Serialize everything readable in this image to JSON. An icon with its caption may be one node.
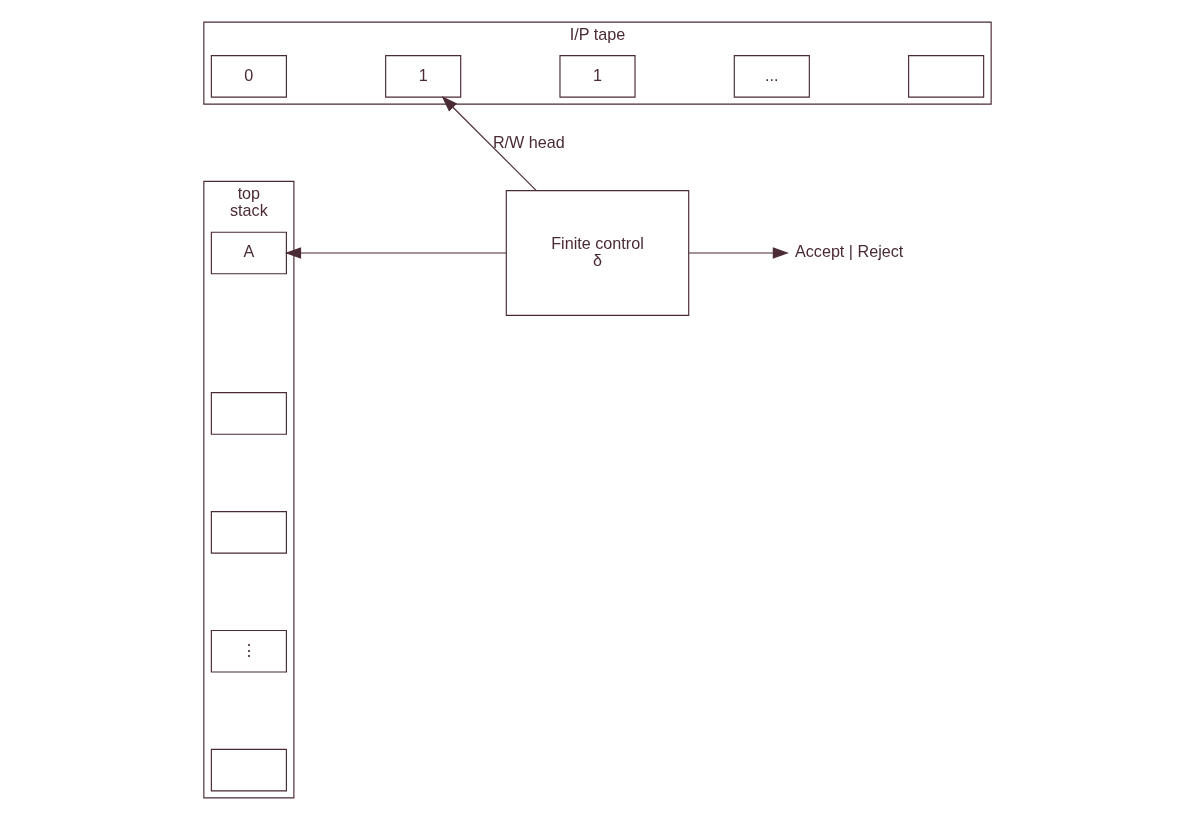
{
  "diagram": {
    "nodes": [
      {
        "text": [
          "I/P tape"
        ]
      },
      {
        "text": [
          "0"
        ],
        "in": 0
      },
      {
        "text": [
          "1"
        ],
        "in": 0
      },
      {
        "text": [
          "1"
        ],
        "in": 0
      },
      {
        "text": [
          "..."
        ],
        "in": 0
      },
      {
        "text": [],
        "shape": "box",
        "in": 0
      },
      {
        "text": [
          "top",
          "stack"
        ]
      },
      {
        "text": [
          "A"
        ],
        "in": 6
      },
      {
        "text": [],
        "shape": "box",
        "in": 6
      },
      {
        "text": [],
        "shape": "box",
        "in": 6
      },
      {
        "text": [
          "⋮"
        ],
        "in": 6
      },
      {
        "text": [],
        "shape": "box",
        "in": 6
      },
      {
        "text": [
          "Finite control",
          "δ"
        ]
      },
      {
        "text": [
          "Accept | Reject"
        ]
      }
    ],
    "edges": [
      {
        "from": 12,
        "to": 2,
        "arrow": "to",
        "label": "R/W head"
      },
      {
        "from": 12,
        "to": 7,
        "arrow": "to"
      },
      {
        "from": 12,
        "to": 13,
        "arrow": "to"
      }
    ]
  }
}
